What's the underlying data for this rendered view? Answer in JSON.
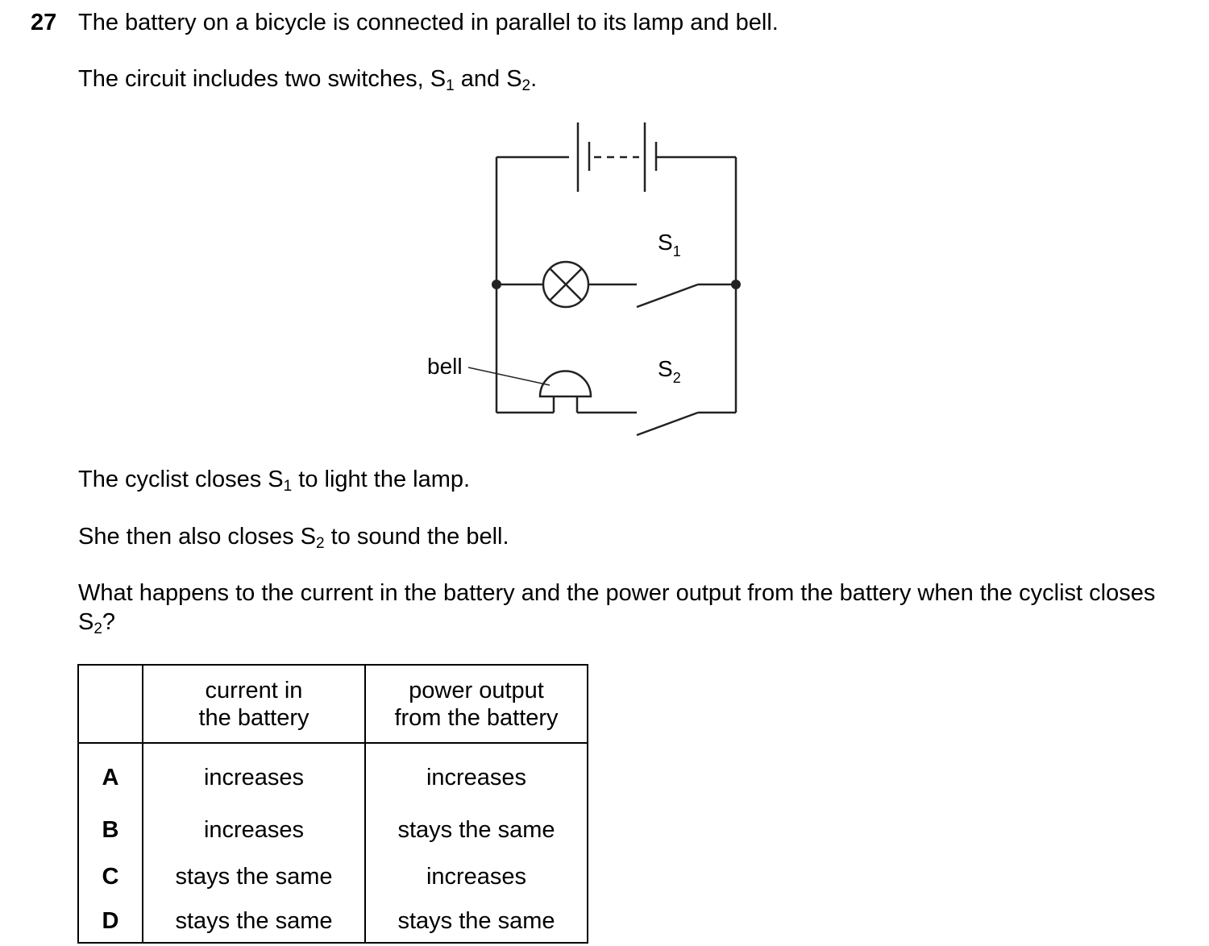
{
  "question": {
    "number": "27",
    "line1": "The battery on a bicycle is connected in parallel to its lamp and bell.",
    "line2": {
      "pre": "The circuit includes two switches, S",
      "sub1": "1",
      "mid": " and S",
      "sub2": "2",
      "post": "."
    },
    "line3": {
      "pre": "The cyclist closes S",
      "sub": "1",
      "post": " to light the lamp."
    },
    "line4": {
      "pre": "She then also closes S",
      "sub": "2",
      "post": " to sound the bell."
    },
    "line5": {
      "pre": "What happens to the current in the battery and the power output from the battery when the cyclist closes S",
      "sub": "2",
      "post": "?"
    }
  },
  "diagram": {
    "bell_label": "bell",
    "switch1": {
      "letter": "S",
      "sub": "1"
    },
    "switch2": {
      "letter": "S",
      "sub": "2"
    }
  },
  "table": {
    "headers": {
      "current": [
        "current in",
        "the battery"
      ],
      "power": [
        "power output",
        "from the battery"
      ]
    },
    "rows": [
      {
        "letter": "A",
        "current": "increases",
        "power": "increases"
      },
      {
        "letter": "B",
        "current": "increases",
        "power": "stays the same"
      },
      {
        "letter": "C",
        "current": "stays the same",
        "power": "increases"
      },
      {
        "letter": "D",
        "current": "stays the same",
        "power": "stays the same"
      }
    ]
  }
}
